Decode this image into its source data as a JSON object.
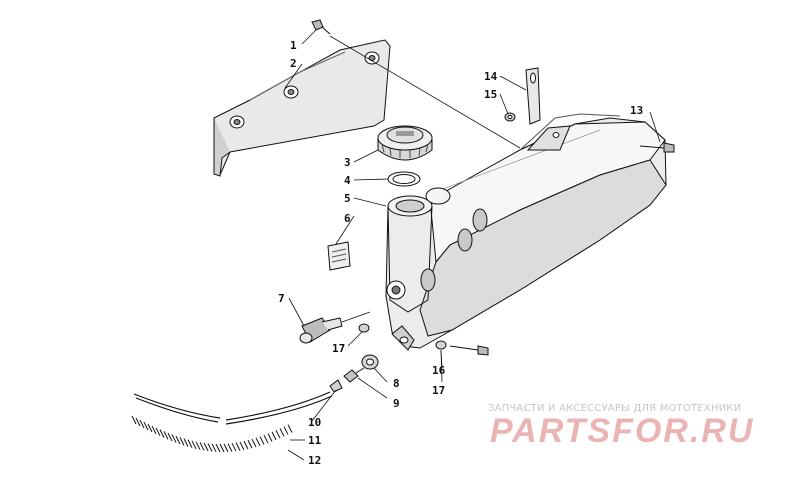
{
  "callouts": [
    "1",
    "2",
    "3",
    "4",
    "5",
    "6",
    "7",
    "8",
    "9",
    "10",
    "11",
    "12",
    "13",
    "14",
    "15",
    "16",
    "17",
    "17"
  ],
  "watermark": {
    "tagline": "ЗАПЧАСТИ И АКСЕССУАРЫ ДЛЯ МОТОТЕХНИКИ",
    "logo_text": "PARTSFOR.RU",
    "color": "#c62828"
  }
}
